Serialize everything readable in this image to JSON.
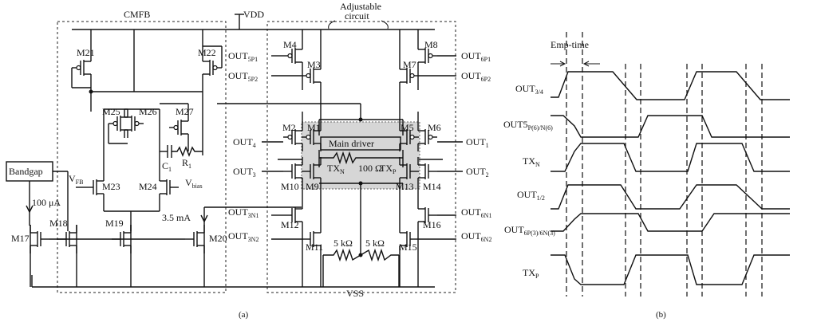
{
  "schematic": {
    "cmfb_label": "CMFB",
    "vdd_label": "VDD",
    "vss_label": "VSS",
    "adjustable_line1": "Adjustable",
    "adjustable_line2": "circuit",
    "bandgap_label": "Bandgap",
    "current_100": "100 μA",
    "current_35": "3.5 mA",
    "main_driver": "Main driver",
    "resistor_100": "100 Ω",
    "txn": "TX",
    "txn_sub": "N",
    "txp": "TX",
    "txp_sub": "P",
    "r5k_left": "5 kΩ",
    "r5k_right": "5 kΩ",
    "cap_c": "C",
    "cap_c_sub": "1",
    "res_r": "R",
    "res_r_sub": "1",
    "vfb": "V",
    "vfb_sub": "FB",
    "vbias": "V",
    "vbias_sub": "bias",
    "transistors": {
      "m1": "M1",
      "m2": "M2",
      "m3": "M3",
      "m4": "M4",
      "m5": "M5",
      "m6": "M6",
      "m7": "M7",
      "m8": "M8",
      "m9": "M9",
      "m10": "M10",
      "m11": "M11",
      "m12": "M12",
      "m13": "M13",
      "m14": "M14",
      "m15": "M15",
      "m16": "M16",
      "m17": "M17",
      "m18": "M18",
      "m19": "M19",
      "m20": "M20",
      "m21": "M21",
      "m22": "M22",
      "m23": "M23",
      "m24": "M24",
      "m25": "M25",
      "m26": "M26",
      "m27": "M27"
    },
    "ports": {
      "out5p1": "OUT",
      "out5p1_sub": "5P1",
      "out5p2": "OUT",
      "out5p2_sub": "5P2",
      "out4": "OUT",
      "out4_sub": "4",
      "out3": "OUT",
      "out3_sub": "3",
      "out3n1": "OUT",
      "out3n1_sub": "3N1",
      "out3n2": "OUT",
      "out3n2_sub": "3N2",
      "out6p1": "OUT",
      "out6p1_sub": "6P1",
      "out6p2": "OUT",
      "out6p2_sub": "6P2",
      "out1": "OUT",
      "out1_sub": "1",
      "out2": "OUT",
      "out2_sub": "2",
      "out6n1": "OUT",
      "out6n1_sub": "6N1",
      "out6n2": "OUT",
      "out6n2_sub": "6N2"
    },
    "caption": "(a)"
  },
  "timing": {
    "emp_time": "Emp-time",
    "signals": [
      {
        "name": "OUT",
        "sub": "3/4"
      },
      {
        "name": "OUT5",
        "sub": "P(6)/N(6)"
      },
      {
        "name": "TX",
        "sub": "N"
      },
      {
        "name": "OUT",
        "sub": "1/2"
      },
      {
        "name": "OUT",
        "sub": "6P(3)/6N(3)"
      },
      {
        "name": "TX",
        "sub": "P"
      }
    ],
    "caption": "(b)"
  }
}
